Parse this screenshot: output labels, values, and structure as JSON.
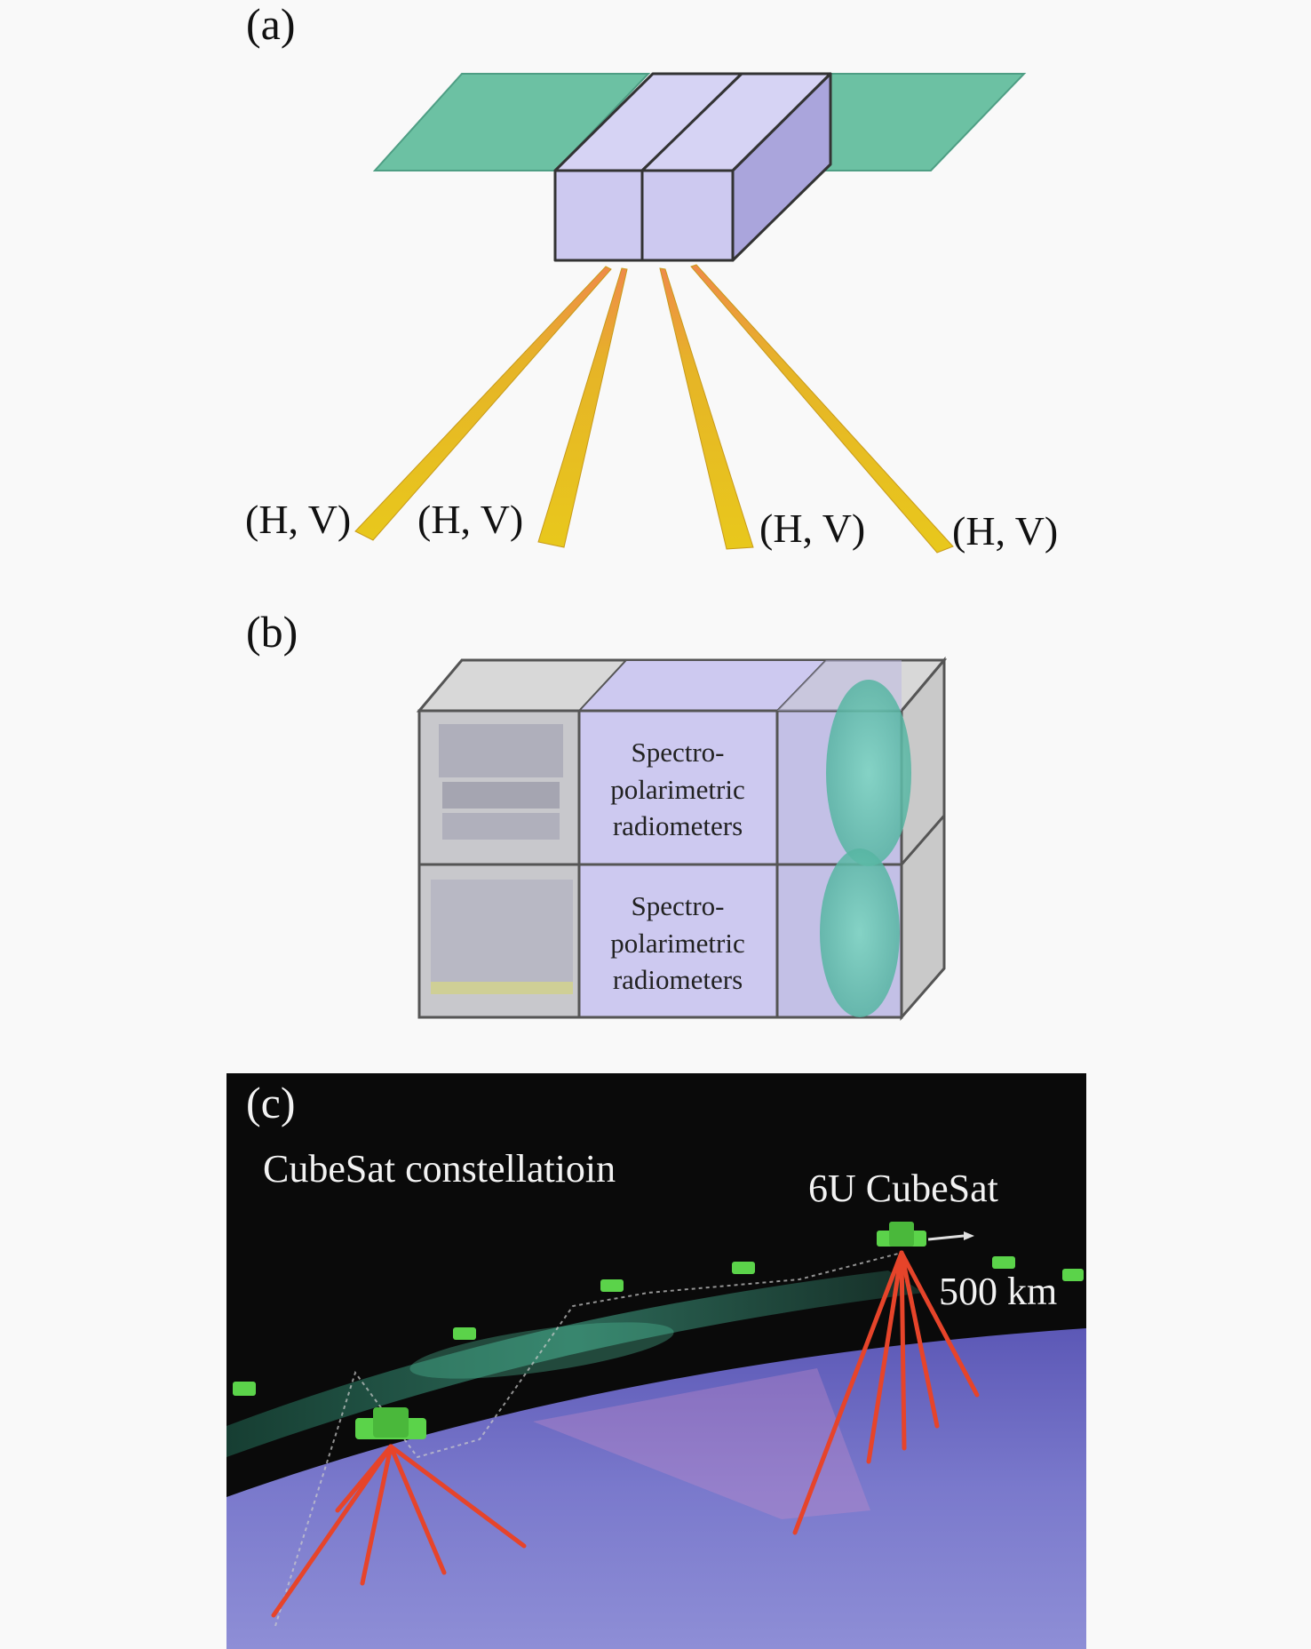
{
  "panel_a": {
    "label": "(a)",
    "beam_labels": [
      "(H, V)",
      "(H, V)",
      "(H, V)",
      "(H, V)"
    ]
  },
  "panel_b": {
    "label": "(b)",
    "module_text": [
      [
        "Spectro-",
        "polarimetric",
        "radiometers"
      ],
      [
        "Spectro-",
        "polarimetric",
        "radiometers"
      ]
    ]
  },
  "panel_c": {
    "label": "(c)",
    "constellation_label": "CubeSat constellatioin",
    "satellite_label": "6U CubeSat",
    "altitude_label": "500 km"
  },
  "colors": {
    "solar_panel": "#6cc1a3",
    "bus": "#cdc9f0",
    "beam": "#e6c21f",
    "space": "#0a0a0a",
    "earth": "#6f6fc8",
    "sensor_beam": "#e6442a",
    "cubesat": "#5bd34a"
  }
}
